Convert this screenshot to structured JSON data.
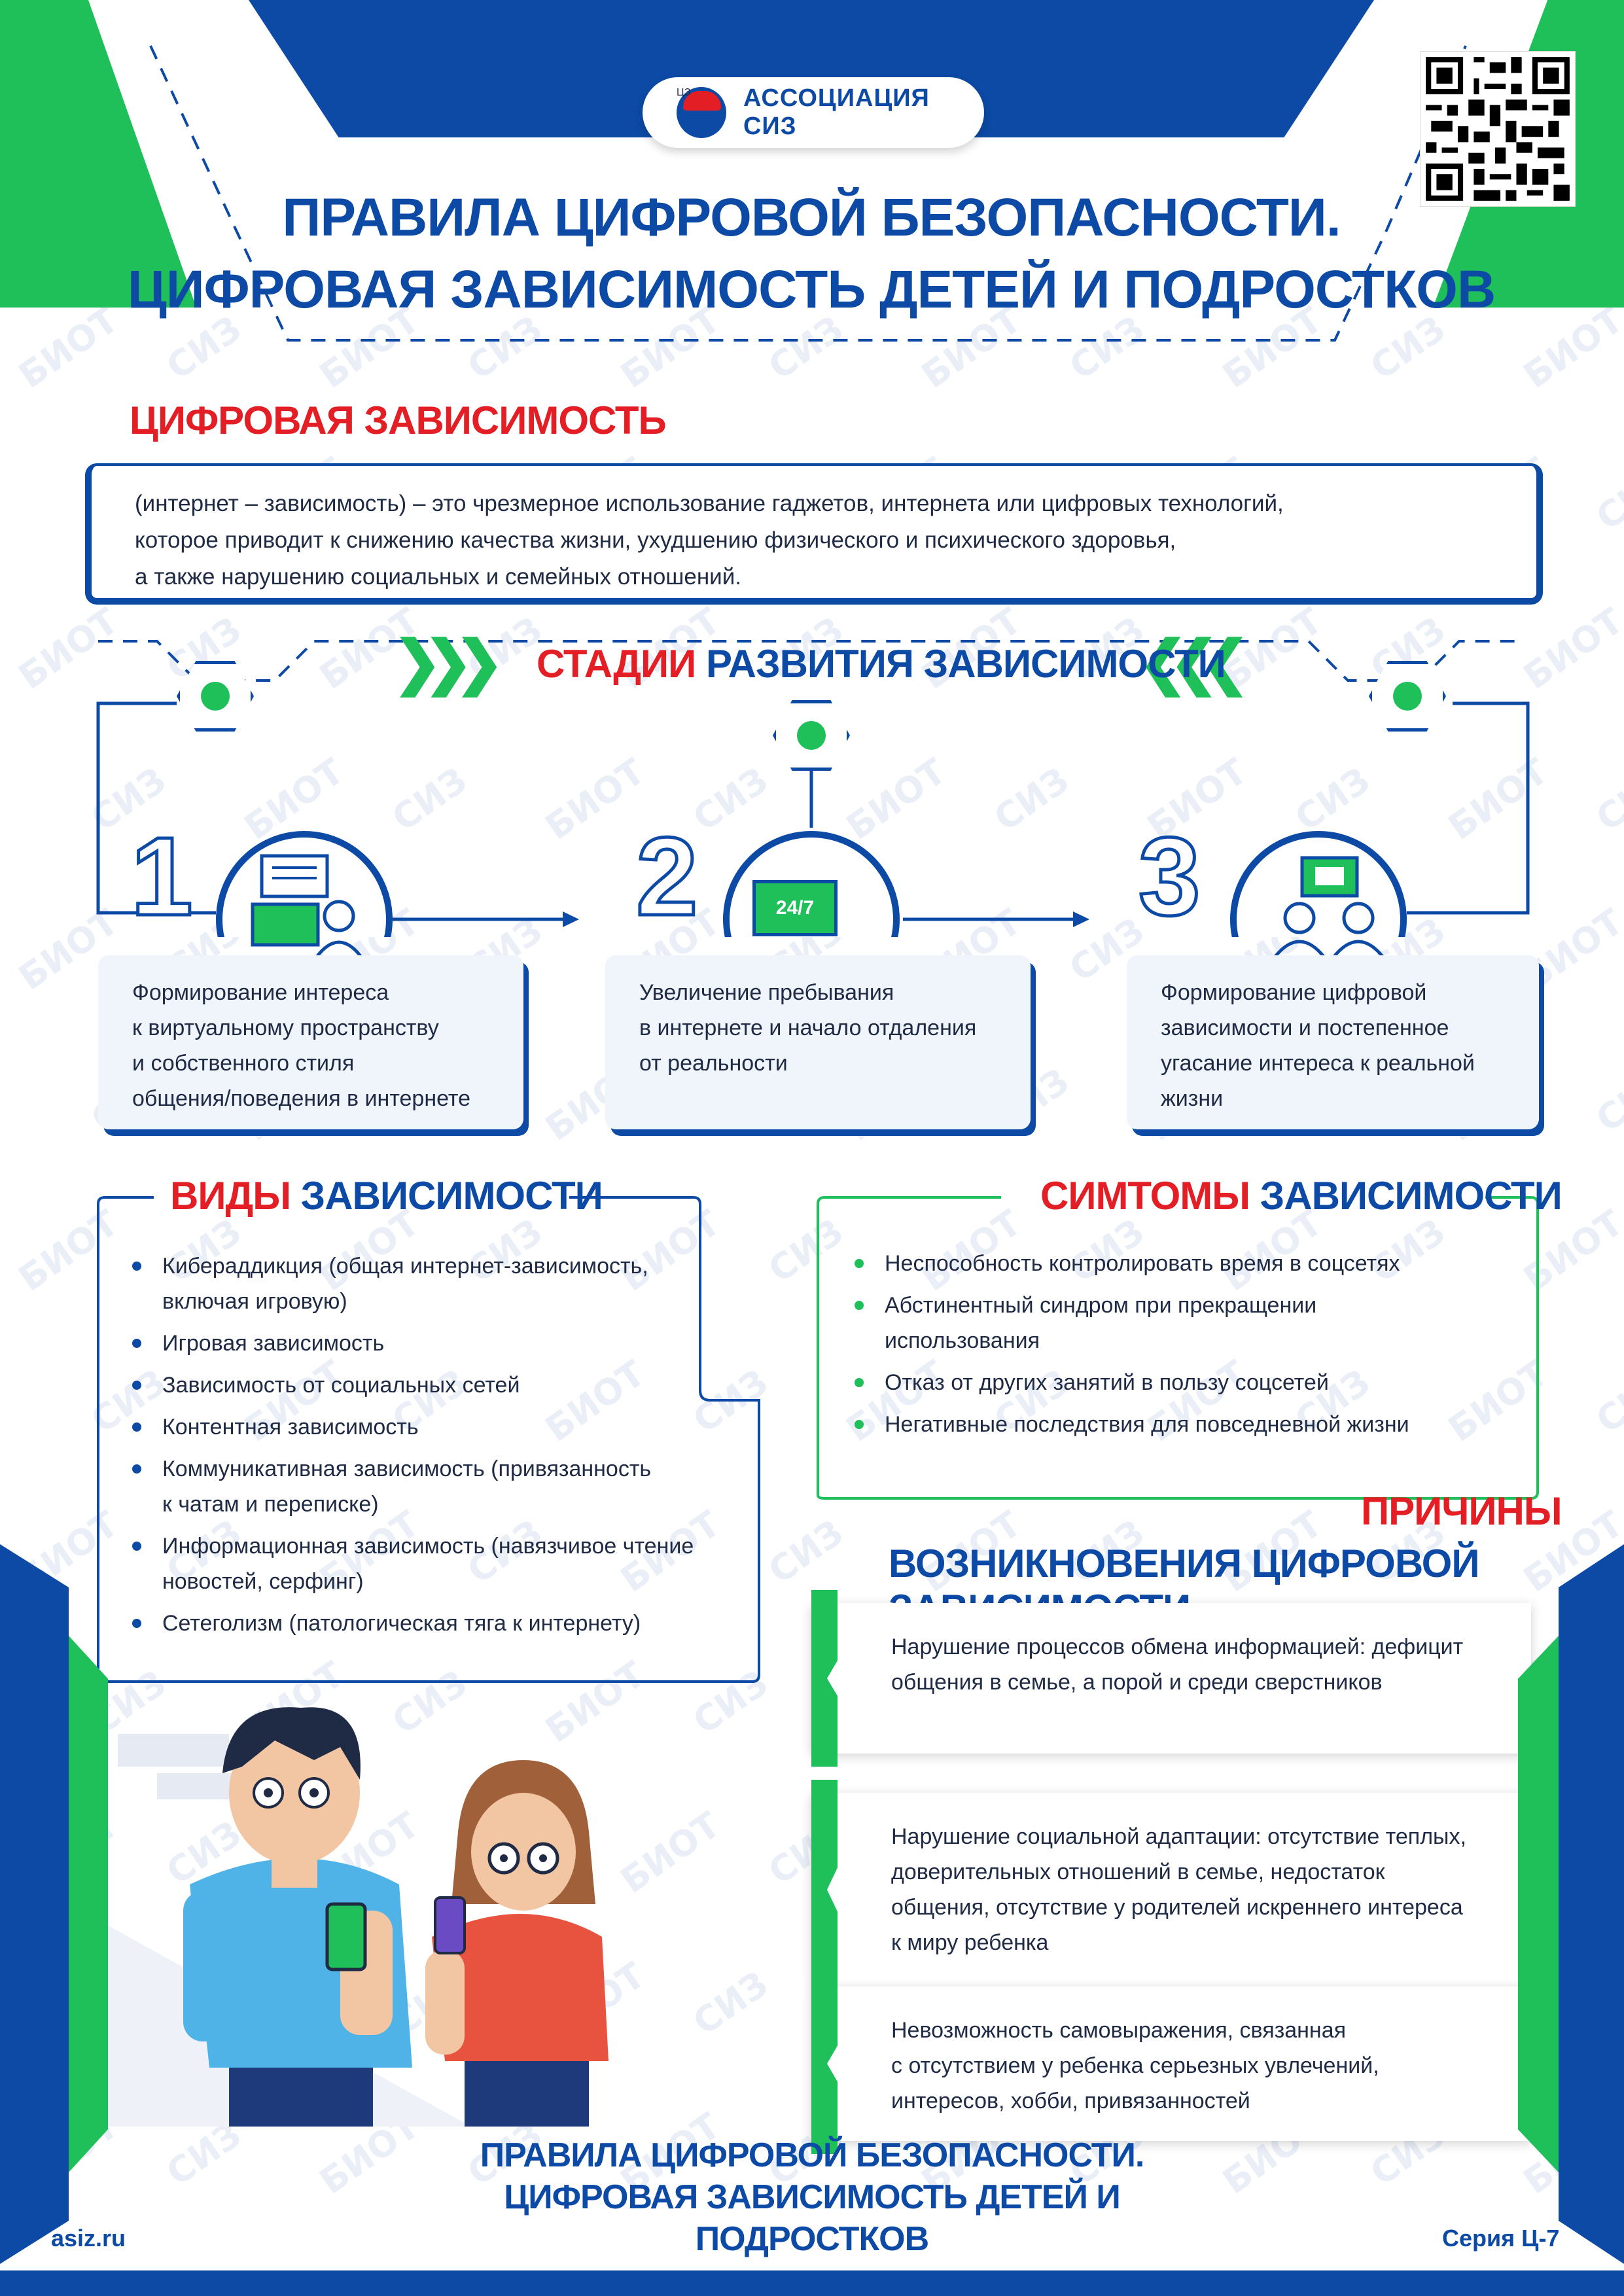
{
  "header": {
    "logo_text": "АССОЦИАЦИЯ СИЗ",
    "title_line1": "ПРАВИЛА ЦИФРОВОЙ БЕЗОПАСНОСТИ.",
    "title_line2": "ЦИФРОВАЯ ЗАВИСИМОСТЬ ДЕТЕЙ И ПОДРОСТКОВ"
  },
  "watermark": {
    "a": "БИОТ",
    "b": "СИЗ"
  },
  "definition": {
    "heading": "ЦИФРОВАЯ ЗАВИСИМОСТЬ",
    "line1": "(интернет – зависимость) – это чрезмерное использование гаджетов, интернета или цифровых технологий,",
    "line2": "которое приводит к снижению качества жизни, ухудшению физического и психического здоровья,",
    "line3": "а также нарушению социальных и семейных отношений."
  },
  "stages": {
    "heading_red": "СТАДИИ",
    "heading_blue": "РАЗВИТИЯ ЗАВИСИМОСТИ",
    "items": [
      {
        "num": "1",
        "lines": [
          "Формирование интереса",
          "к виртуальному пространству",
          "и собственного стиля",
          "общения/поведения в интернете"
        ]
      },
      {
        "num": "2",
        "badge": "24/7",
        "lines": [
          "Увеличение пребывания",
          "в интернете и начало отдаления",
          "от реальности"
        ]
      },
      {
        "num": "3",
        "lines": [
          "Формирование цифровой",
          "зависимости и постепенное",
          "угасание интереса к реальной",
          "жизни"
        ]
      }
    ]
  },
  "types": {
    "heading_red": "ВИДЫ",
    "heading_blue": "ЗАВИСИМОСТИ",
    "items": [
      [
        "Кибераддикция (общая интернет-зависимость,",
        "включая игровую)"
      ],
      [
        "Игровая зависимость"
      ],
      [
        "Зависимость от социальных сетей"
      ],
      [
        "Контентная зависимость"
      ],
      [
        "Коммуникативная зависимость (привязанность",
        "к чатам и переписке)"
      ],
      [
        "Информационная зависимость (навязчивое чтение",
        "новостей, серфинг)"
      ],
      [
        "Сетеголизм (патологическая тяга к интернету)"
      ]
    ]
  },
  "symptoms": {
    "heading_red": "СИМТОМЫ",
    "heading_blue": "ЗАВИСИМОСТИ",
    "items": [
      [
        "Неспособность контролировать время в соцсетях"
      ],
      [
        "Абстинентный синдром при прекращении",
        "использования"
      ],
      [
        "Отказ от других занятий в пользу соцсетей"
      ],
      [
        "Негативные последствия для повседневной жизни"
      ]
    ]
  },
  "causes": {
    "heading_red": "ПРИЧИНЫ",
    "heading_blue": "ВОЗНИКНОВЕНИЯ ЦИФРОВОЙ ЗАВИСИМОСТИ",
    "items": [
      [
        "Нарушение процессов обмена информацией: дефицит",
        "общения в семье, а порой и среди сверстников"
      ],
      [
        "Нарушение социальной адаптации: отсутствие теплых,",
        "доверительных отношений в семье, недостаток",
        "общения, отсутствие у родителей искреннего интереса",
        "к миру ребенка"
      ],
      [
        "Невозможность самовыражения, связанная",
        "с отсутствием у ребенка серьезных увлечений,",
        "интересов, хобби, привязанностей"
      ]
    ]
  },
  "footer": {
    "line1": "ПРАВИЛА ЦИФРОВОЙ БЕЗОПАСНОСТИ.",
    "line2": "ЦИФРОВАЯ ЗАВИСИМОСТЬ ДЕТЕЙ И ПОДРОСТКОВ",
    "site": "asiz.ru",
    "series": "Серия Ц-7"
  }
}
